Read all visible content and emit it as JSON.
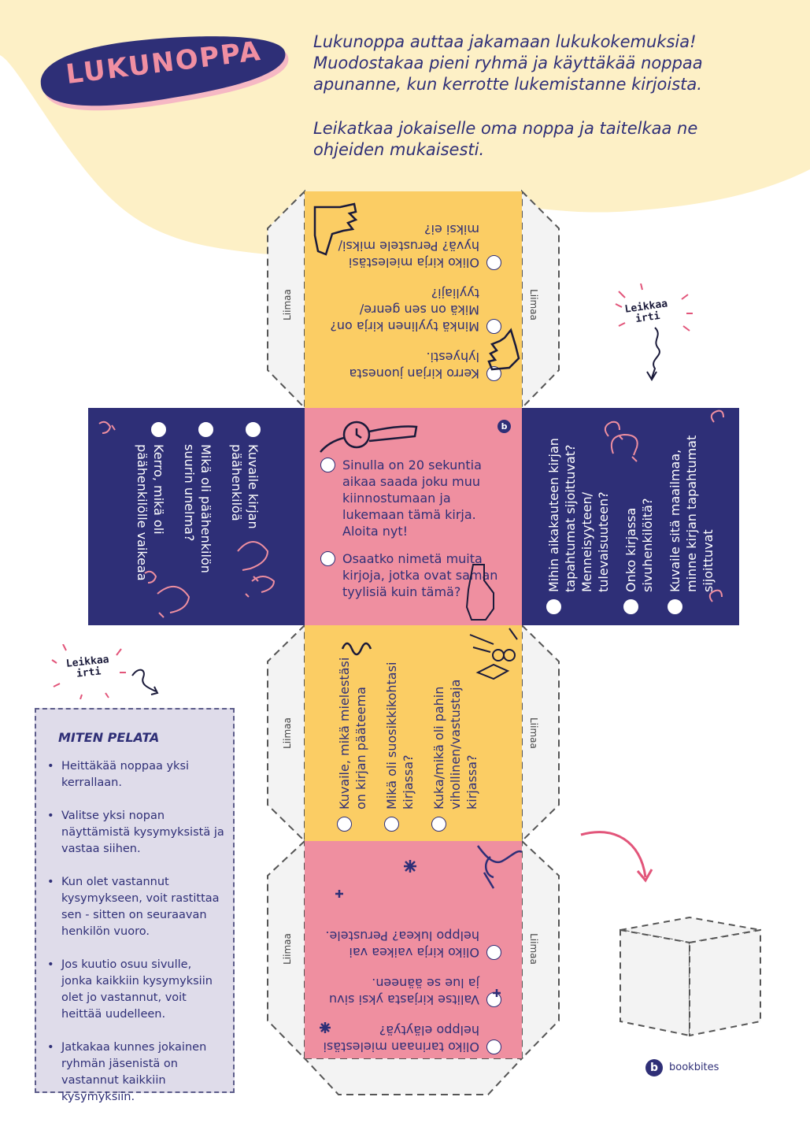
{
  "title": "LUKUNOPPA",
  "intro": {
    "paragraph1": "Lukunoppa auttaa jakamaan lukukokemuksia! Muodostakaa pieni ryhmä ja käyttäkää noppaa apunanne, kun kerrotte lukemistanne kirjoista.",
    "paragraph2": "Leikatkaa jokaiselle oma noppa ja taitelkaa ne ohjeiden mukaisesti."
  },
  "glue_label": "Liimaa",
  "cut_label": "Leikkaa irti",
  "faces": {
    "top": [
      "Kerro kirjan juonesta lyhyesti.",
      "Minkä tyylinen kirja on? Mikä on sen genre/ tyyliaji?",
      "Oliko kirja mielestäsi hyvä? Perustele miksi/ miksi ei?"
    ],
    "left": [
      "Kuvaile kirjan päähenkilöä",
      "Mikä oli päähenkilön suurin unelma?",
      "Kerro, mikä oli päähenkilölle vaikeaa"
    ],
    "center": [
      "Sinulla on 20 sekuntia aikaa saada joku muu kiinnostumaan ja lukemaan tämä kirja. Aloita nyt!",
      "Osaatko nimetä muita kirjoja, jotka ovat saman tyylisiä kuin tämä?"
    ],
    "right": [
      "Mihin aikakauteen kirjan tapahtumat sijoittuvat? Menneisyyteen/ tulevaisuuteen?",
      "Onko kirjassa sivuhenkilöitä?",
      "Kuvaile sitä maailmaa, minne kirjan tapahtumat sijoittuvat"
    ],
    "lower": [
      "Kuvaile, mikä mielestäsi on kirjan pääteema",
      "Mikä oli suosikkikohtasi kirjassa?",
      "Kuka/mikä oli pahin vihollinen/vastustaja kirjassa?"
    ],
    "bottom": [
      "Oliko tarinaan mielestäsi helppo eläytyä?",
      "Valitse kirjasta yksi sivu ja lue se ääneen.",
      "Oliko kirja vaikea vai helppo lukea? Perustele."
    ]
  },
  "howto": {
    "title": "MITEN PELATA",
    "items": [
      "Heittäkää noppaa yksi kerrallaan.",
      "Valitse yksi nopan näyttämistä kysymyksistä ja vastaa siihen.",
      "Kun olet vastannut kysymykseen, voit rastittaa sen - sitten on seuraavan henkilön vuoro.",
      "Jos kuutio osuu sivulle, jonka kaikkiin kysymyksiin olet jo vastannut, voit heittää uudelleen.",
      "Jatkakaa kunnes jokainen ryhmän jäsenistä on vastannut kaikkiin kysymyksiin."
    ]
  },
  "brand": "bookbites",
  "colors": {
    "navy": "#2e2f77",
    "yellow": "#fbcd64",
    "pink": "#ef8fa0",
    "cream": "#fdf0c6",
    "howto_bg": "#dfdcea"
  }
}
